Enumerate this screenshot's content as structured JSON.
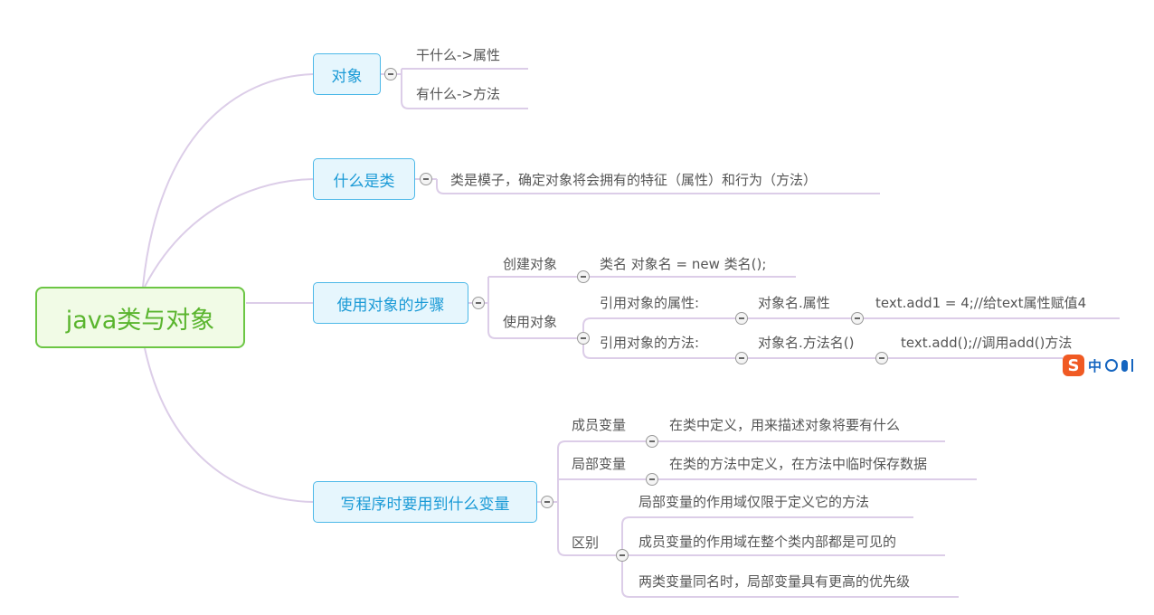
{
  "root": {
    "label": "java类与对象"
  },
  "topics": {
    "object": {
      "label": "对象",
      "children": [
        "干什么->属性",
        "有什么->方法"
      ]
    },
    "whatIsClass": {
      "label": "什么是类",
      "children": [
        "类是模子，确定对象将会拥有的特征（属性）和行为（方法）"
      ]
    },
    "steps": {
      "label": "使用对象的步骤",
      "create": {
        "label": "创建对象",
        "child": "类名 对象名 = new 类名();"
      },
      "use": {
        "label": "使用对象",
        "attr": {
          "label": "引用对象的属性:",
          "syntax": "对象名.属性",
          "example": "text.add1 = 4;//给text属性赋值4"
        },
        "method": {
          "label": "引用对象的方法:",
          "syntax": "对象名.方法名()",
          "example": "text.add();//调用add()方法"
        }
      }
    },
    "variables": {
      "label": "写程序时要用到什么变量",
      "member": {
        "label": "成员变量",
        "child": "在类中定义，用来描述对象将要有什么"
      },
      "local": {
        "label": "局部变量",
        "child": "在类的方法中定义，在方法中临时保存数据"
      },
      "diff": {
        "label": "区别",
        "children": [
          "局部变量的作用域仅限于定义它的方法",
          "成员变量的作用域在整个类内部都是可见的",
          "两类变量同名时，局部变量具有更高的优先级"
        ]
      }
    }
  },
  "ime": {
    "logo": "S",
    "mode": "中"
  },
  "colors": {
    "root_border": "#6cc644",
    "topic_border": "#4cb8e8",
    "edge": "#dccde8"
  }
}
